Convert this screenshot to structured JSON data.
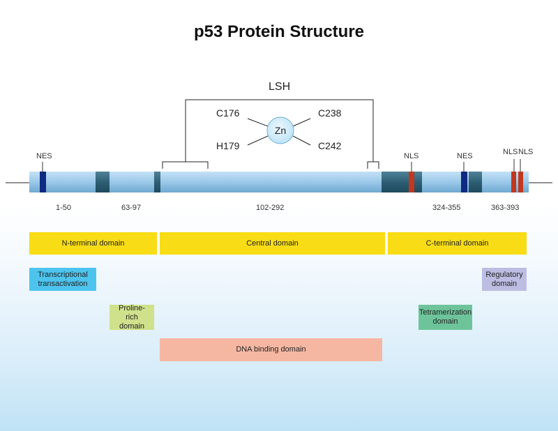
{
  "title": "p53 Protein Structure",
  "lsh": {
    "label": "LSH",
    "center": "Zn",
    "ligands": [
      "C176",
      "C238",
      "H179",
      "C242"
    ]
  },
  "markers": {
    "nes1": "NES",
    "nls1": "NLS",
    "nes2": "NES",
    "nls2": "NLS",
    "nls3": "NLS"
  },
  "ranges": [
    "1-50",
    "63-97",
    "102-292",
    "324-355",
    "363-393"
  ],
  "domains": {
    "n_terminal": "N-terminal domain",
    "central": "Central domain",
    "c_terminal": "C-terminal domain"
  },
  "subdomains": {
    "transcriptional": "Transcriptional transactivation",
    "proline": "Proline-rich domain",
    "dna_binding": "DNA binding domain",
    "tetramerization": "Tetramerization domain",
    "regulatory": "Regulatory domain"
  },
  "colors": {
    "protein_bar": "#9fcbeb",
    "segment_dark": "#2e5f75",
    "nes_blue": "#0f2a80",
    "nls_red": "#c0381f",
    "domain_yellow": "#f7dc16",
    "transcriptional": "#4cc4ee",
    "proline": "#cfe18a",
    "dna_binding": "#f6b7a2",
    "tetramerization": "#6ec49a",
    "regulatory": "#bdbde3"
  }
}
